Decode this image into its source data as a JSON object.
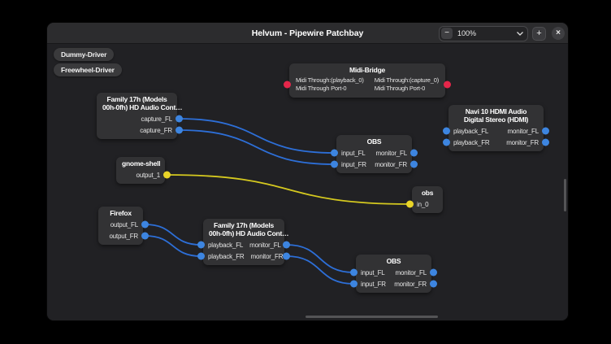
{
  "window": {
    "title": "Helvum - Pipewire Patchbay"
  },
  "titlebar": {
    "zoom_out_label": "−",
    "zoom_level": "100%",
    "zoom_in_label": "+",
    "close_label": "×"
  },
  "driver_buttons": [
    {
      "label": "Dummy-Driver"
    },
    {
      "label": "Freewheel-Driver"
    }
  ],
  "colors": {
    "port_audio": "#3d85e0",
    "port_midi": "#e5264a",
    "port_video": "#e9d428",
    "wire_audio": "#2d6fd8",
    "wire_video": "#d5c91f",
    "canvas_bg": "#212124",
    "node_bg": "#323234",
    "titlebar_bg": "#2c2c2e"
  },
  "nodes": {
    "midi_bridge": {
      "title": "Midi-Bridge",
      "in_line1": "Midi Through:(playback_0)",
      "in_line2": "Midi Through Port-0",
      "out_line1": "Midi Through:(capture_0)",
      "out_line2": "Midi Through Port-0"
    },
    "family17h_top": {
      "title_line1": "Family 17h (Models",
      "title_line2": "00h-0fh) HD Audio Cont…",
      "out1": "capture_FL",
      "out2": "capture_FR"
    },
    "navi": {
      "title_line1": "Navi 10 HDMI Audio",
      "title_line2": "Digital Stereo (HDMI)",
      "in1": "playback_FL",
      "in2": "playback_FR",
      "out1": "monitor_FL",
      "out2": "monitor_FR"
    },
    "obs_mid": {
      "title": "OBS",
      "in1": "input_FL",
      "in2": "input_FR",
      "out1": "monitor_FL",
      "out2": "monitor_FR"
    },
    "gnome_shell": {
      "title": "gnome-shell",
      "out1": "output_1"
    },
    "obs_small": {
      "title": "obs",
      "in1": "in_0"
    },
    "firefox": {
      "title": "Firefox",
      "out1": "output_FL",
      "out2": "output_FR"
    },
    "family17h_bot": {
      "title_line1": "Family 17h (Models",
      "title_line2": "00h-0fh) HD Audio Cont…",
      "in1": "playback_FL",
      "in2": "playback_FR",
      "out1": "monitor_FL",
      "out2": "monitor_FR"
    },
    "obs_bot": {
      "title": "OBS",
      "in1": "input_FL",
      "in2": "input_FR",
      "out1": "monitor_FL",
      "out2": "monitor_FR"
    }
  },
  "connections": [
    {
      "from": "family17h_top.capture_FL",
      "to": "obs_mid.input_FL",
      "type": "audio"
    },
    {
      "from": "family17h_top.capture_FR",
      "to": "obs_mid.input_FR",
      "type": "audio"
    },
    {
      "from": "gnome_shell.output_1",
      "to": "obs_small.in_0",
      "type": "video"
    },
    {
      "from": "firefox.output_FL",
      "to": "family17h_bot.playback_FL",
      "type": "audio"
    },
    {
      "from": "firefox.output_FR",
      "to": "family17h_bot.playback_FR",
      "type": "audio"
    },
    {
      "from": "family17h_bot.monitor_FL",
      "to": "obs_bot.input_FL",
      "type": "audio"
    },
    {
      "from": "family17h_bot.monitor_FR",
      "to": "obs_bot.input_FR",
      "type": "audio"
    }
  ]
}
